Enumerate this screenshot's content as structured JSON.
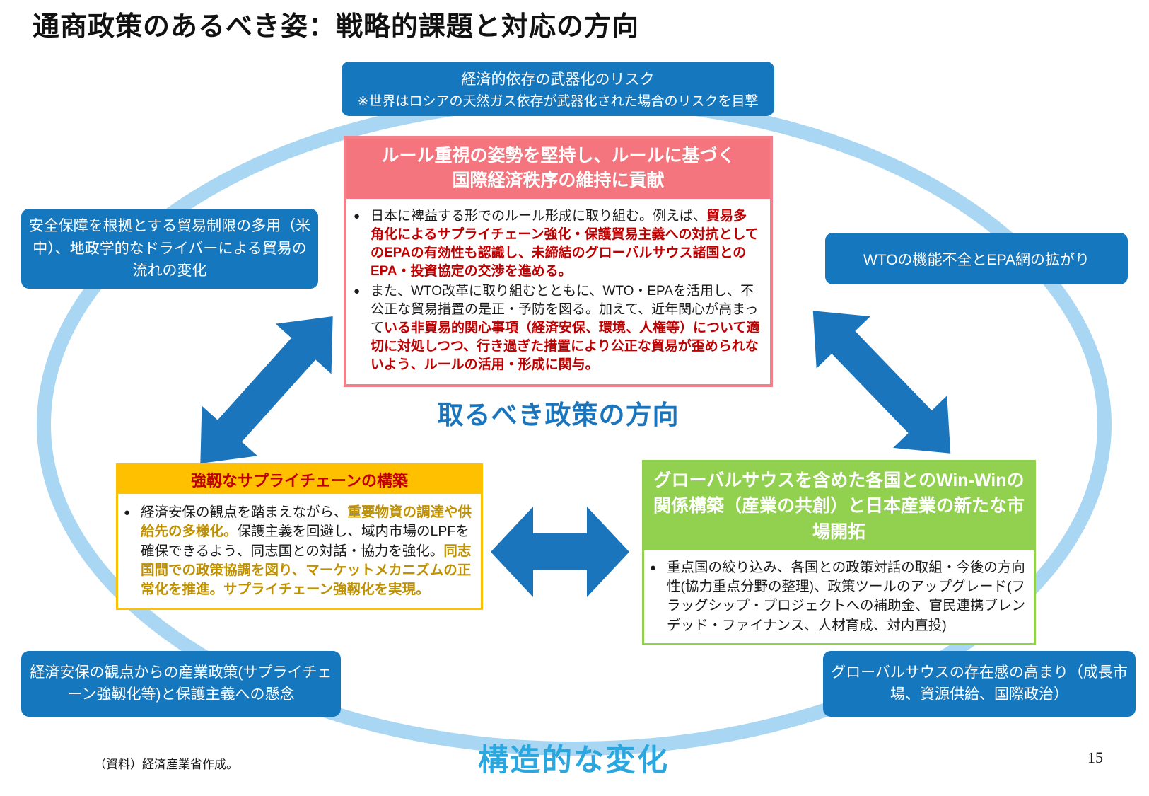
{
  "page": {
    "title": "通商政策のあるべき姿：戦略的課題と対応の方向",
    "center_label": "取るべき政策の方向",
    "bottom_label": "構造的な変化",
    "source_note": "（資料）経済産業省作成。",
    "page_number": "15"
  },
  "glyphs": {
    "bullet": "●"
  },
  "colors": {
    "box_blue": "#1577BE",
    "arrow_blue": "#1B75BC",
    "ellipse_light_blue": "#A9D7F3",
    "pink_header": "#F4757D",
    "pink_border": "#F2808A",
    "red_emphasis": "#C00000",
    "yellow": "#FFC000",
    "gold_emphasis": "#BF9000",
    "green": "#92D050",
    "bottom_label_blue": "#2BA7E0"
  },
  "risks": {
    "top": {
      "line1": "経済的依存の武器化のリスク",
      "line2": "※世界はロシアの天然ガス依存が武器化された場合のリスクを目撃"
    },
    "left": "安全保障を根拠とする貿易制限の多用（米中）、地政学的なドライバーによる貿易の流れの変化",
    "right": "WTOの機能不全とEPA網の拡がり",
    "bottom_left": "経済安保の観点からの産業政策(サプライチェーン強靱化等)と保護主義への懸念",
    "bottom_right": "グローバルサウスの存在感の高まり（成長市場、資源供給、国際政治）"
  },
  "rule_box": {
    "title_line1": "ルール重視の姿勢を堅持し、ルールに基づく",
    "title_line2": "国際経済秩序の維持に貢献",
    "bullet1_plain": "日本に裨益する形でのルール形成に取り組む。例えば、",
    "bullet1_em": "貿易多角化によるサプライチェーン強化・保護貿易主義への対抗としてのEPAの有効性も認識し、未締結のグローバルサウス諸国とのEPA・投資協定の交渉を進める。",
    "bullet2_plain": "また、WTO改革に取り組むとともに、WTO・EPAを活用し、不公正な貿易措置の是正・予防を図る。加えて、近年関心が高まって",
    "bullet2_em": "いる非貿易的関心事項（経済安保、環境、人権等）について適切に対処しつつ、行き過ぎた措置により公正な貿易が歪められないよう、ルールの活用・形成に関与。"
  },
  "supply_box": {
    "title": "強靱なサプライチェーンの構築",
    "bullet_plain1": "経済安保の観点を踏まえながら、",
    "bullet_em1": "重要物資の調達や供給先の多様化。",
    "bullet_plain2": "保護主義を回避し、域内市場のLPFを確保できるよう、同志国との対話・協力を強化。",
    "bullet_em2": "同志国間での政策協調を図り、マーケットメカニズムの正常化を推進。サプライチェーン強靱化を実現。"
  },
  "gs_box": {
    "title": "グローバルサウスを含めた各国とのWin-Winの関係構築（産業の共創）と日本産業の新たな市場開拓",
    "bullet": "重点国の絞り込み、各国との政策対話の取組・今後の方向性(協力重点分野の整理)、政策ツールのアップグレード(フラッグシップ・プロジェクトへの補助金、官民連携ブレンデッド・ファイナンス、人材育成、対内直投)"
  }
}
